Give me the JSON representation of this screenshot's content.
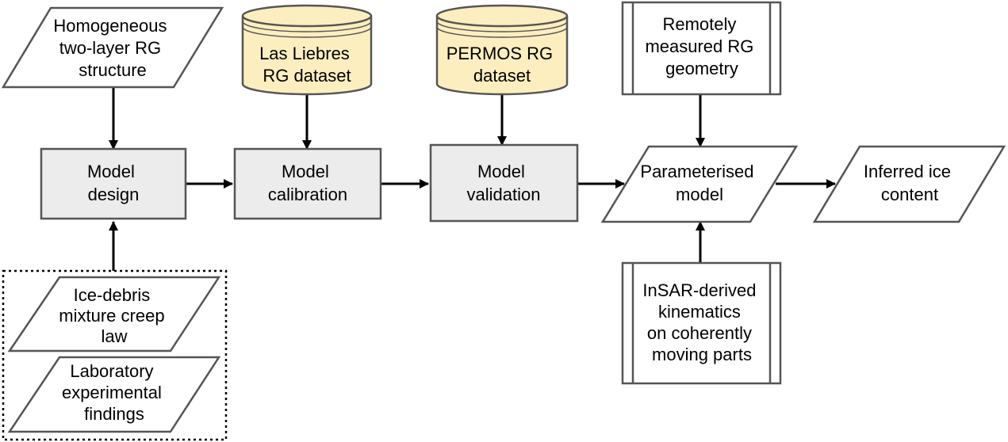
{
  "colors": {
    "stroke": "#000000",
    "shape_stroke": "#555555",
    "process_fill": "#ececec",
    "database_fill": "#fdeebf",
    "io_fill": "#ffffff",
    "arrow": "#000000"
  },
  "nodes": {
    "homogeneous_structure": {
      "shape": "parallelogram",
      "lines": [
        "Homogeneous",
        "two-layer RG",
        "structure"
      ]
    },
    "las_liebres": {
      "shape": "database",
      "lines": [
        "Las Liebres",
        "RG dataset"
      ]
    },
    "permos": {
      "shape": "database",
      "lines": [
        "PERMOS RG",
        "dataset"
      ]
    },
    "remote_geometry": {
      "shape": "predefined-process",
      "lines": [
        "Remotely",
        "measured RG",
        "geometry"
      ]
    },
    "model_design": {
      "shape": "process",
      "lines": [
        "Model",
        "design"
      ]
    },
    "model_calibration": {
      "shape": "process",
      "lines": [
        "Model",
        "calibration"
      ]
    },
    "model_validation": {
      "shape": "process",
      "lines": [
        "Model",
        "validation"
      ]
    },
    "parameterised_model": {
      "shape": "parallelogram",
      "lines": [
        "Parameterised",
        "model"
      ]
    },
    "inferred_ice": {
      "shape": "parallelogram",
      "lines": [
        "Inferred ice",
        "content"
      ]
    },
    "ice_debris": {
      "shape": "parallelogram",
      "lines": [
        "Ice-debris",
        "mixture creep",
        "law"
      ]
    },
    "laboratory": {
      "shape": "parallelogram",
      "lines": [
        "Laboratory",
        "experimental",
        "findings"
      ]
    },
    "insar": {
      "shape": "predefined-process",
      "lines": [
        "InSAR-derived",
        "kinematics",
        "on coherently",
        "moving parts"
      ]
    }
  },
  "edges": [
    {
      "from": "homogeneous_structure",
      "to": "model_design"
    },
    {
      "from": "las_liebres",
      "to": "model_calibration"
    },
    {
      "from": "permos",
      "to": "model_validation"
    },
    {
      "from": "remote_geometry",
      "to": "parameterised_model"
    },
    {
      "from": "model_design",
      "to": "model_calibration"
    },
    {
      "from": "model_calibration",
      "to": "model_validation"
    },
    {
      "from": "model_validation",
      "to": "parameterised_model"
    },
    {
      "from": "parameterised_model",
      "to": "inferred_ice"
    },
    {
      "from": "insar",
      "to": "parameterised_model"
    },
    {
      "from": "ice_debris",
      "to": "model_design",
      "via": "dotted-group"
    },
    {
      "from": "laboratory",
      "to": "model_design",
      "via": "dotted-group"
    }
  ]
}
